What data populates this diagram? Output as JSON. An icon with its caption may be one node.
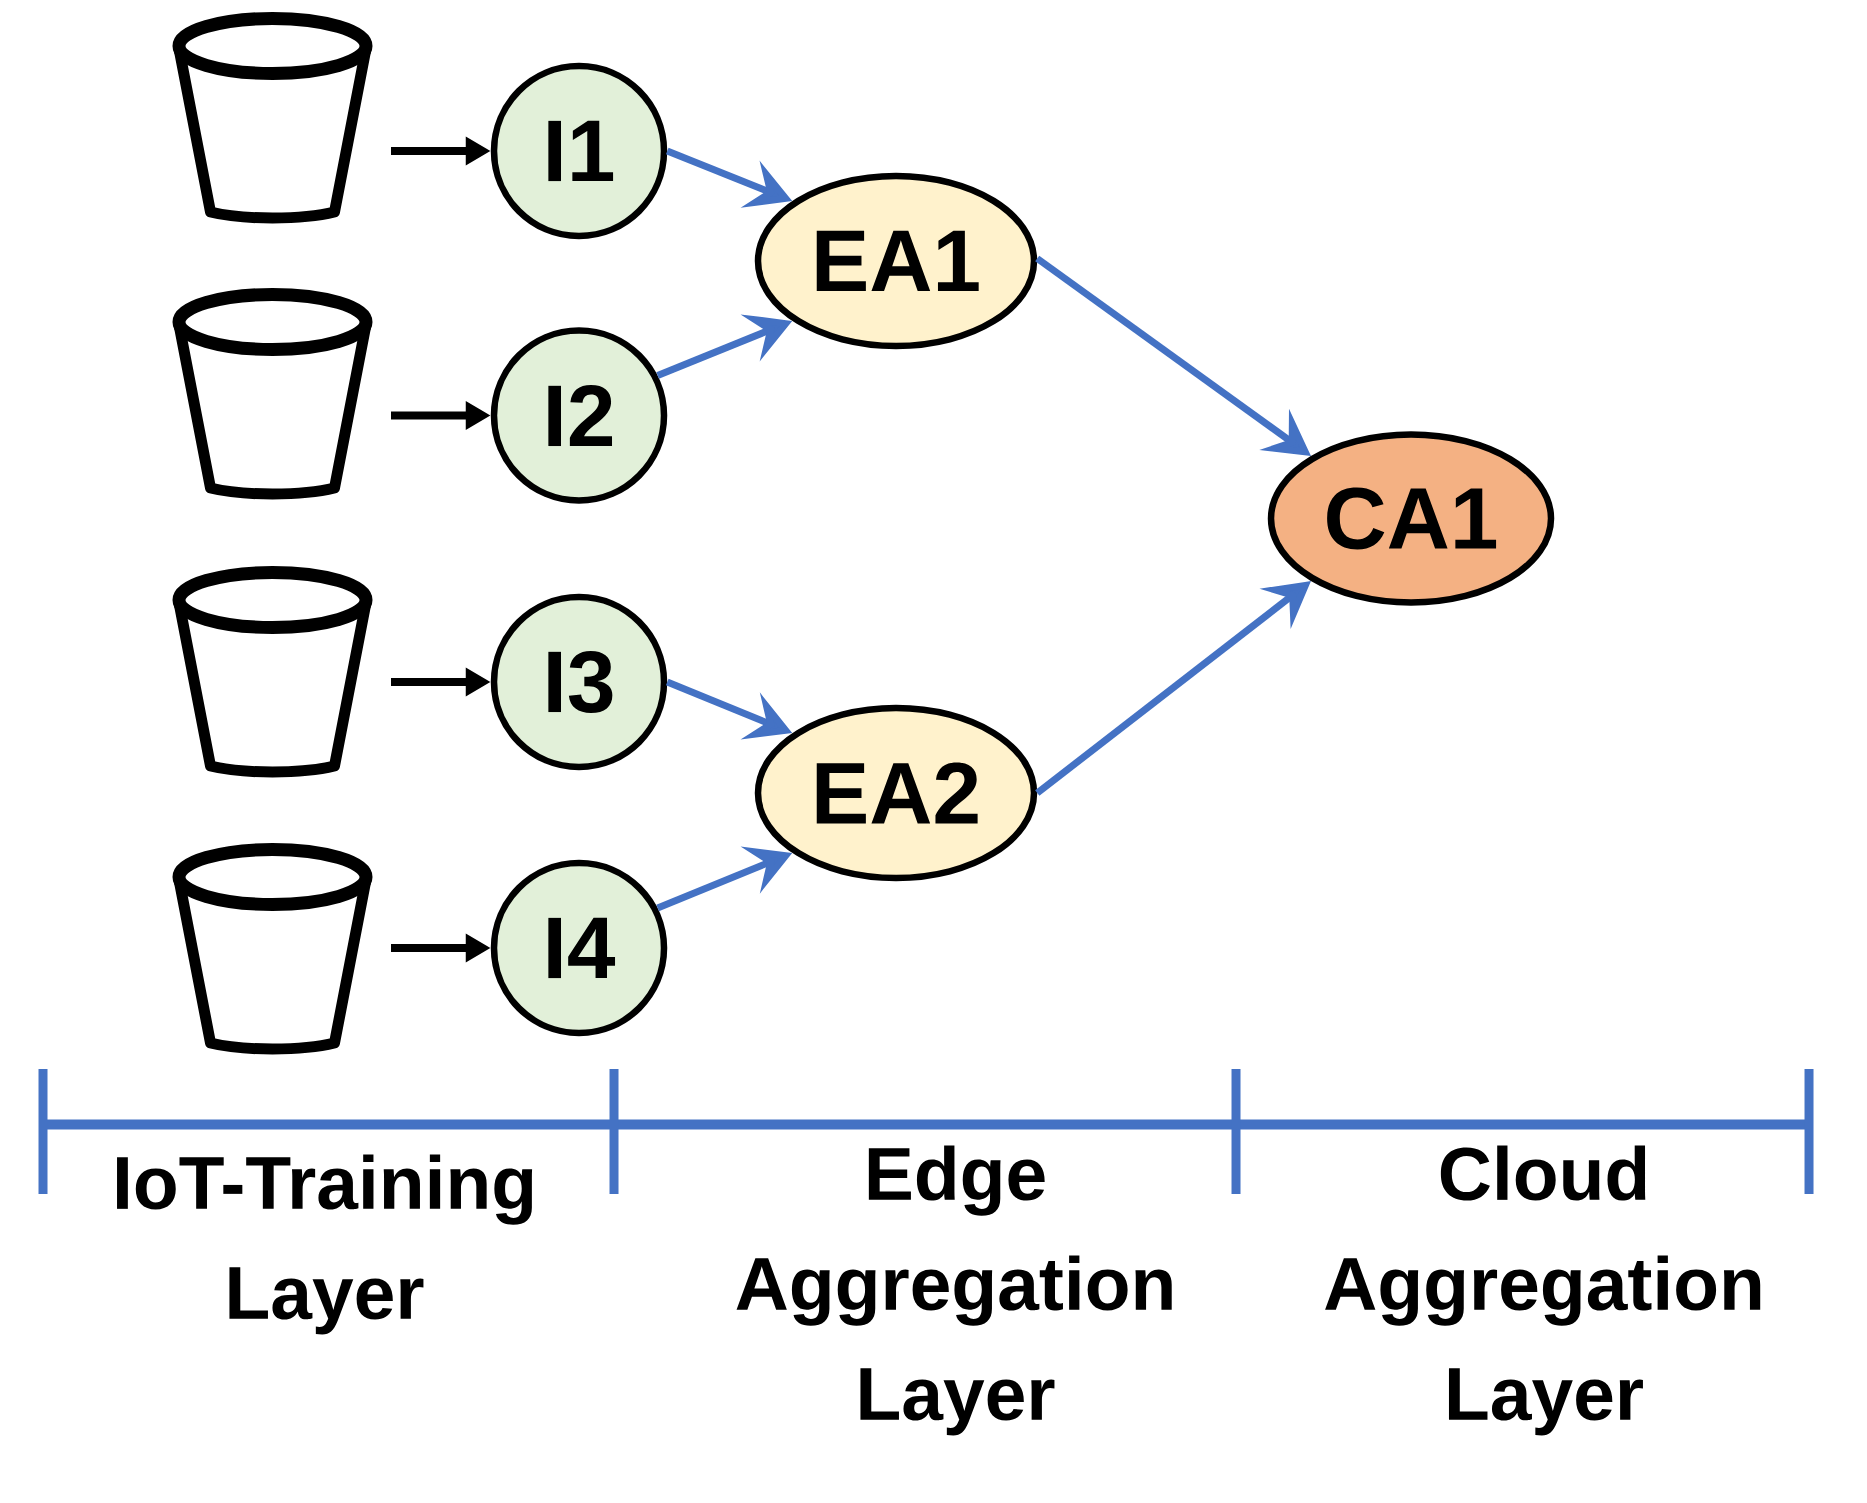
{
  "diagram": {
    "nodes": [
      {
        "text": [],
        "shape": "bucket"
      },
      {
        "text": [],
        "shape": "bucket"
      },
      {
        "text": [],
        "shape": "bucket"
      },
      {
        "text": [],
        "shape": "bucket"
      },
      {
        "text": [
          "I1"
        ]
      },
      {
        "text": [
          "I2"
        ]
      },
      {
        "text": [
          "I3"
        ]
      },
      {
        "text": [
          "I4"
        ]
      },
      {
        "text": [
          "EA1"
        ]
      },
      {
        "text": [
          "EA2"
        ]
      },
      {
        "text": [
          "CA1"
        ]
      }
    ],
    "edges": [
      {
        "from": 0,
        "to": 4,
        "arrow": "to",
        "color": "#000000"
      },
      {
        "from": 1,
        "to": 5,
        "arrow": "to",
        "color": "#000000"
      },
      {
        "from": 2,
        "to": 6,
        "arrow": "to",
        "color": "#000000"
      },
      {
        "from": 3,
        "to": 7,
        "arrow": "to",
        "color": "#000000"
      },
      {
        "from": 4,
        "to": 8,
        "arrow": "to"
      },
      {
        "from": 5,
        "to": 8,
        "arrow": "to"
      },
      {
        "from": 6,
        "to": 9,
        "arrow": "to"
      },
      {
        "from": 7,
        "to": 9,
        "arrow": "to"
      },
      {
        "from": 8,
        "to": 10,
        "arrow": "to"
      },
      {
        "from": 9,
        "to": 10,
        "arrow": "to"
      }
    ],
    "labels": [
      "IoT-Training Layer",
      "Edge Aggregation Layer",
      "Cloud Aggregation Layer"
    ]
  }
}
